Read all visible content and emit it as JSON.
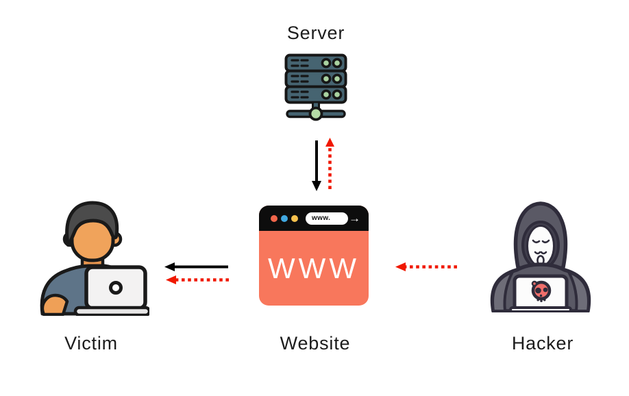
{
  "page": {
    "background": "#ffffff"
  },
  "nodes": {
    "server": {
      "label": "Server"
    },
    "website": {
      "label": "Website",
      "address_text": "www.",
      "page_text": "WWW"
    },
    "victim": {
      "label": "Victim"
    },
    "hacker": {
      "label": "Hacker"
    }
  },
  "icons": {
    "server": "server-rack-icon",
    "website": "browser-window-icon",
    "victim": "person-at-laptop-icon",
    "hacker": "hooded-hacker-laptop-skull-icon",
    "browser_forward_arrow_glyph": "→"
  },
  "arrows": [
    {
      "from": "server",
      "to": "website",
      "style": "solid",
      "color": "#000000",
      "direction": "down"
    },
    {
      "from": "website",
      "to": "server",
      "style": "dotted",
      "color": "#f01800",
      "direction": "up"
    },
    {
      "from": "website",
      "to": "victim",
      "style": "solid",
      "color": "#000000",
      "direction": "left"
    },
    {
      "from": "website",
      "to": "victim",
      "style": "dotted",
      "color": "#f01800",
      "direction": "left"
    },
    {
      "from": "hacker",
      "to": "website",
      "style": "dotted",
      "color": "#f01800",
      "direction": "left"
    }
  ],
  "colors": {
    "arrow_black": "#000000",
    "arrow_red": "#f01800",
    "label_text": "#1c1c1c",
    "website_orange": "#f8775c",
    "browser_bar": "#0d0d0d",
    "browser_dot_red": "#f2664b",
    "browser_dot_blue": "#41a8e1",
    "browser_dot_yellow": "#f6c14e",
    "server_body_teal": "#466471",
    "server_led_green": "#a9d2a0",
    "server_node_green": "#b5dba6",
    "victim_skin": "#f0a35b",
    "victim_shirt": "#5e7488",
    "victim_hair": "#4b4b4b",
    "laptop_white": "#f3f2f2",
    "hacker_body_gray": "#5a5965",
    "hacker_outline": "#2f2c3b",
    "skull_red": "#f06e6b"
  }
}
